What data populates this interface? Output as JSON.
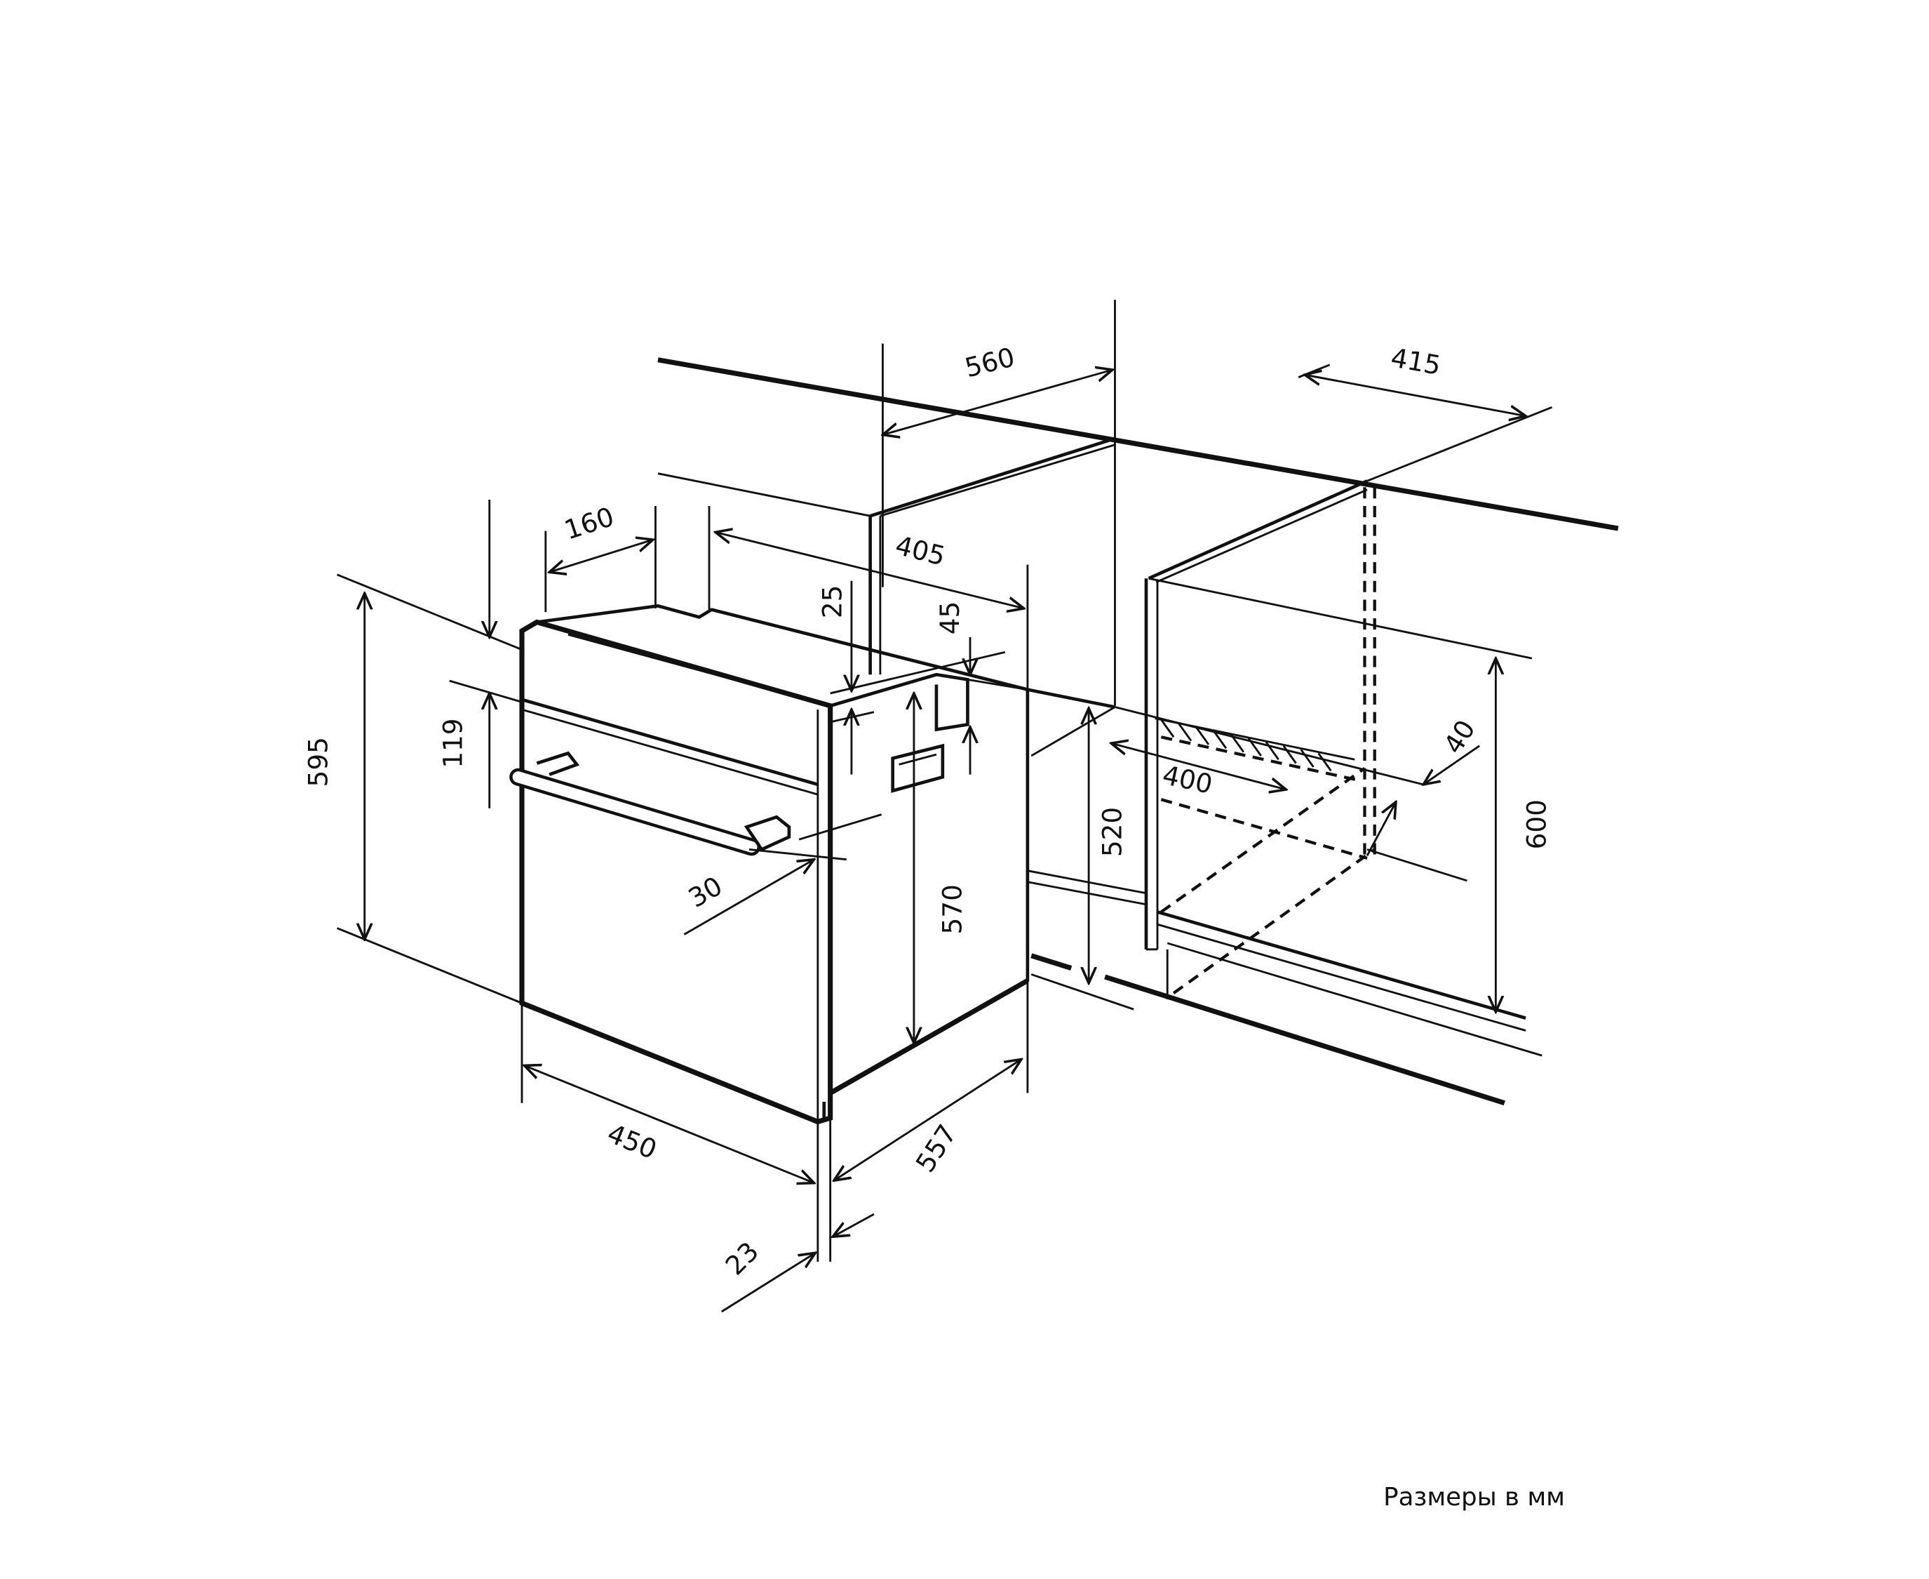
{
  "diagram": {
    "caption": "Размеры в мм",
    "dimensions": {
      "niche_width": "560",
      "niche_right_depth": "415",
      "top_offset": "160",
      "top_depth": "405",
      "panel_gap": "25",
      "side_notch": "45",
      "total_height": "595",
      "control_panel_height": "119",
      "handle_depth": "30",
      "body_height": "570",
      "niche_height_min": "520",
      "vent_length": "400",
      "vent_depth": "40",
      "niche_height": "600",
      "front_width": "450",
      "body_depth": "557",
      "front_thickness": "23"
    },
    "colors": {
      "line": "#111111",
      "background": "#ffffff"
    }
  }
}
